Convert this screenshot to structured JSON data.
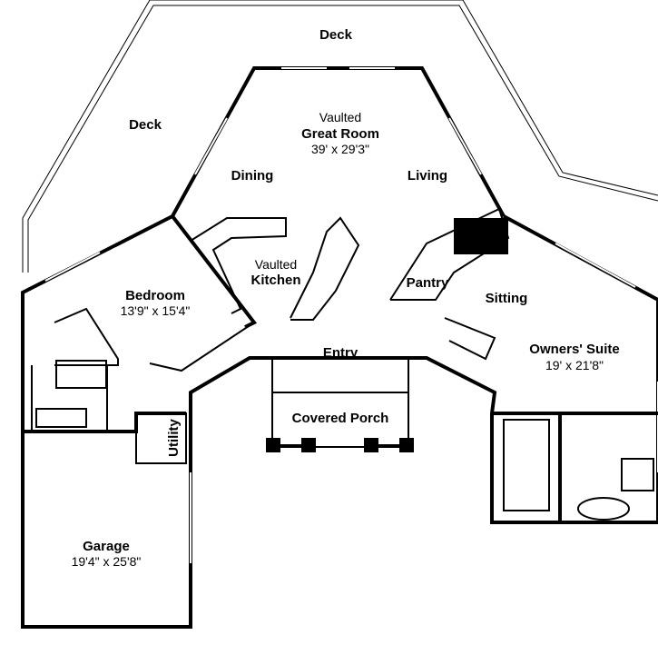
{
  "rooms": {
    "deck_top": {
      "label": "Deck"
    },
    "deck_left": {
      "label": "Deck"
    },
    "great_room": {
      "prefix": "Vaulted",
      "label": "Great Room",
      "dims": "39' x 29'3\""
    },
    "dining": {
      "label": "Dining"
    },
    "living": {
      "label": "Living"
    },
    "kitchen": {
      "prefix": "Vaulted",
      "label": "Kitchen"
    },
    "bedroom": {
      "label": "Bedroom",
      "dims": "13'9\" x 15'4\""
    },
    "pantry": {
      "label": "Pantry"
    },
    "sitting": {
      "label": "Sitting"
    },
    "entry": {
      "label": "Entry"
    },
    "owners_suite": {
      "label": "Owners' Suite",
      "dims": "19' x 21'8\""
    },
    "covered_porch": {
      "label": "Covered Porch"
    },
    "utility": {
      "label": "Utility"
    },
    "garage": {
      "label": "Garage",
      "dims": "19'4\" x 25'8\""
    }
  }
}
